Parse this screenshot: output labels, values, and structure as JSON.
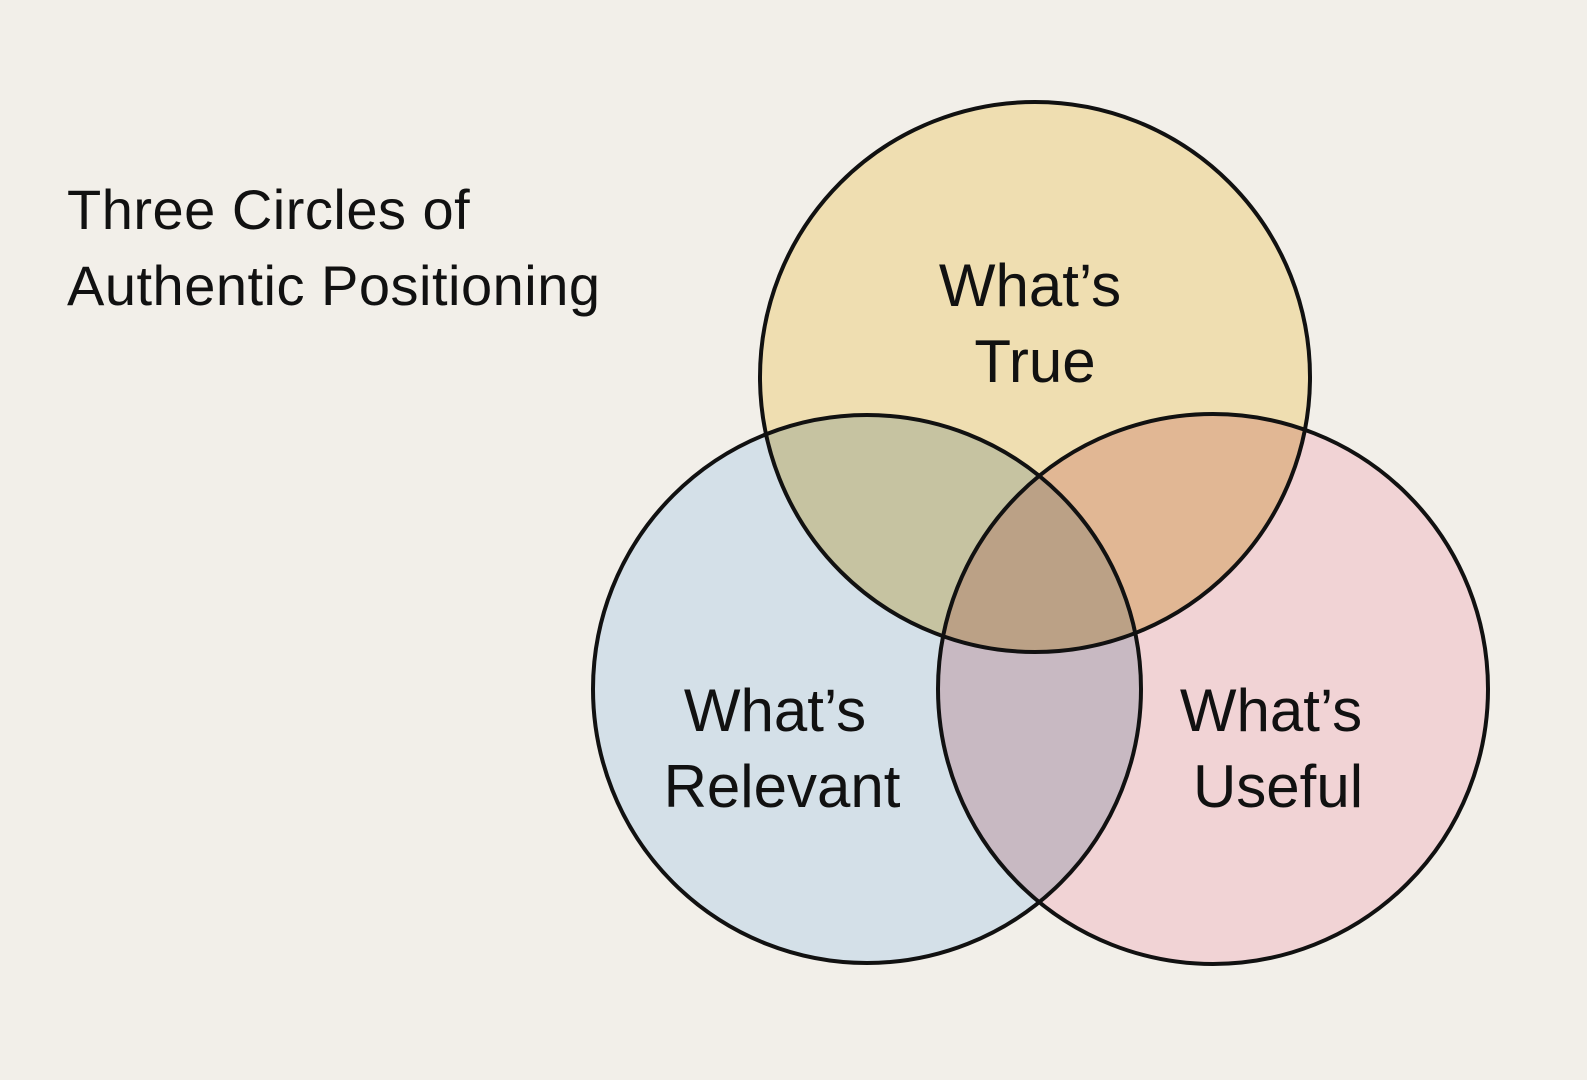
{
  "title": {
    "line1": "Three Circles of",
    "line2": "Authentic Positioning"
  },
  "circles": [
    {
      "id": "true",
      "line1": "What’s",
      "line2": "True",
      "color": "#efdeb1"
    },
    {
      "id": "relevant",
      "line1": "What’s",
      "line2": "Relevant",
      "color": "#d4e0e8"
    },
    {
      "id": "useful",
      "line1": "What’s",
      "line2": "Useful",
      "color": "#f1d3d5"
    }
  ],
  "colors": {
    "background": "#f2efe9",
    "stroke": "#111111"
  }
}
